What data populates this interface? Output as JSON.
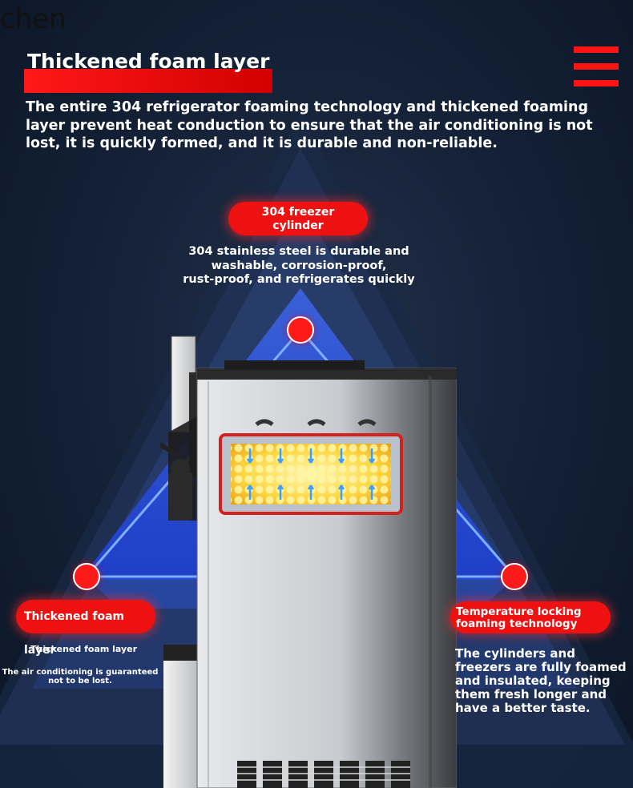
{
  "watermark": "chen",
  "header": {
    "title": "Thickened foam layer",
    "intro": "The entire 304 refrigerator foaming technology and thickened foaming layer prevent heat conduction to ensure that the air conditioning is not lost, it is quickly formed, and it is durable and non-reliable."
  },
  "top_feature": {
    "label_line1": "304 freezer",
    "label_line2": "cylinder",
    "desc_line1": "304 stainless steel is durable and",
    "desc_line2": "washable, corrosion-proof,",
    "desc_line3": "rust-proof, and refrigerates quickly"
  },
  "left_feature": {
    "label": "Thickened foam layer",
    "sublabel": "Thickened foam layer",
    "desc_line1": "The air conditioning is guaranteed",
    "desc_line2": "not to be lost."
  },
  "right_feature": {
    "label_line1": "Temperature locking",
    "label_line2": "foaming technology",
    "desc": "The cylinders and freezers are fully foamed and insulated, keeping them fresh longer and have a better taste."
  },
  "colors": {
    "accent_red": "#ee1111",
    "background": "#0e1c2e",
    "triangle_blue": "#2a55d8",
    "foam_yellow": "#ffd84a"
  },
  "icons": {
    "menu": "menu-icon",
    "marker": "red-dot-marker"
  }
}
